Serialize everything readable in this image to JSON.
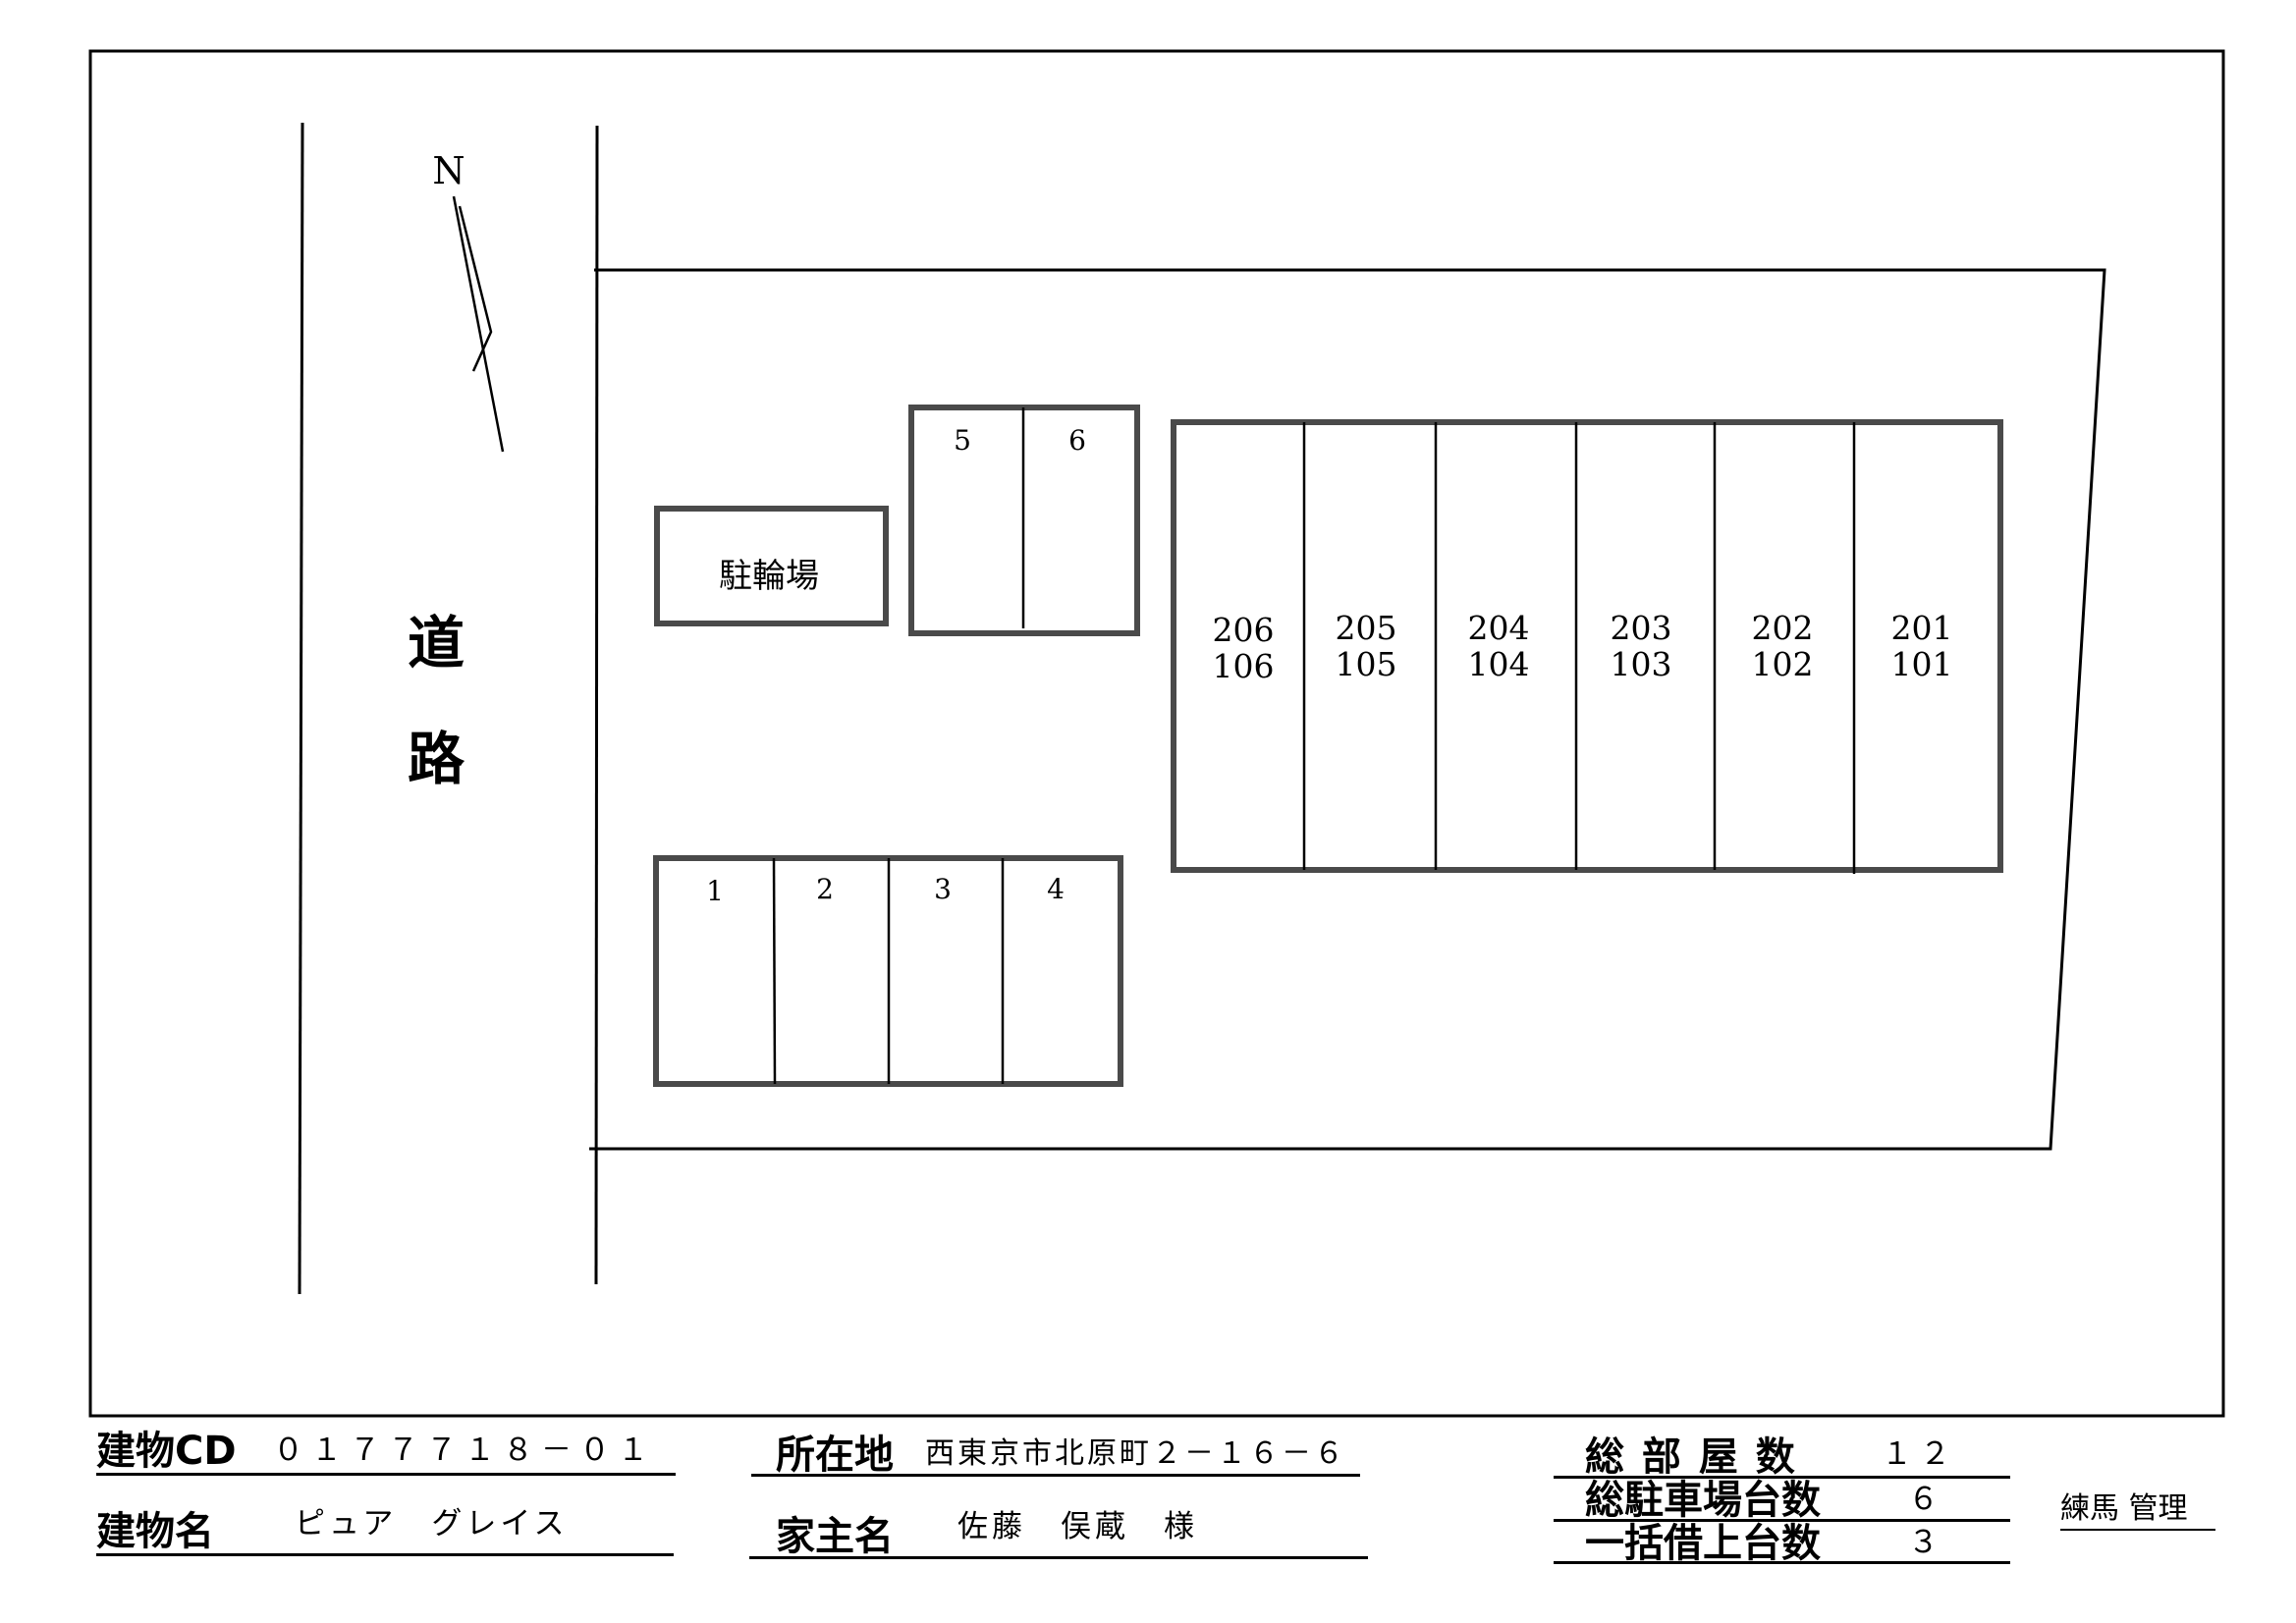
{
  "compass": {
    "label": "N"
  },
  "road": {
    "label_1": "道",
    "label_2": "路"
  },
  "bicycle_parking": {
    "label": "駐輪場"
  },
  "parking_top": {
    "spaces": [
      "5",
      "6"
    ]
  },
  "parking_bottom": {
    "spaces": [
      "1",
      "2",
      "3",
      "4"
    ]
  },
  "building": {
    "units": [
      {
        "upper": "206",
        "lower": "106"
      },
      {
        "upper": "205",
        "lower": "105"
      },
      {
        "upper": "204",
        "lower": "104"
      },
      {
        "upper": "203",
        "lower": "103"
      },
      {
        "upper": "202",
        "lower": "102"
      },
      {
        "upper": "201",
        "lower": "101"
      }
    ]
  },
  "info": {
    "building_cd_label": "建物CD",
    "building_cd_value": "０１７７７１８－０１",
    "building_name_label": "建物名",
    "building_name_value": "ピュア　グレイス",
    "location_label": "所在地",
    "location_value": "西東京市北原町２－１６－６",
    "owner_label": "家主名",
    "owner_value": "佐藤　俣蔵　様",
    "total_rooms_label": "総 部 屋 数",
    "total_rooms_value": "１２",
    "total_parking_label": "総駐車場台数",
    "total_parking_value": "６",
    "bulk_lease_label": "一括借上台数",
    "bulk_lease_value": "３",
    "manager": "練馬 管理"
  }
}
